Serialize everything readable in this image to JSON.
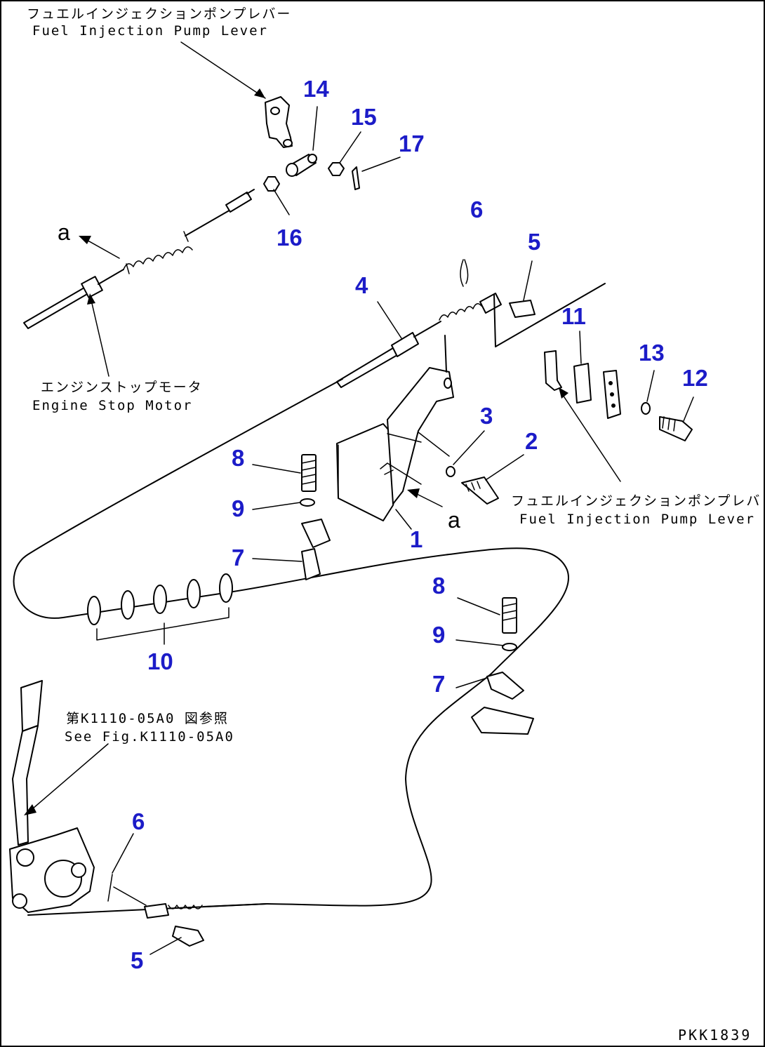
{
  "notes": {
    "fip_lever_top_jp": "フュエルインジェクションポンプレバー",
    "fip_lever_top_en": "Fuel Injection Pump Lever",
    "engine_stop_motor_jp": "エンジンストップモータ",
    "engine_stop_motor_en": "Engine Stop Motor",
    "fip_lever_right_jp": "フュエルインジェクションポンプレバ",
    "fip_lever_right_en": "Fuel Injection Pump Lever",
    "see_fig_jp": "第K1110-05A0 図参照",
    "see_fig_en": "See Fig.K1110-05A0"
  },
  "ref_marks": {
    "a_top": "a",
    "a_mid": "a"
  },
  "part_numbers": {
    "p14": "14",
    "p15": "15",
    "p17": "17",
    "p16": "16",
    "p6_top": "6",
    "p5_top": "5",
    "p4": "4",
    "p11": "11",
    "p13": "13",
    "p12": "12",
    "p3": "3",
    "p2": "2",
    "p8_left": "8",
    "p9_left": "9",
    "p1": "1",
    "p7_left": "7",
    "p10": "10",
    "p8_right": "8",
    "p9_right": "9",
    "p7_right": "7",
    "p6_bottom": "6",
    "p5_bottom": "5"
  },
  "drawing_code": "PKK1839"
}
